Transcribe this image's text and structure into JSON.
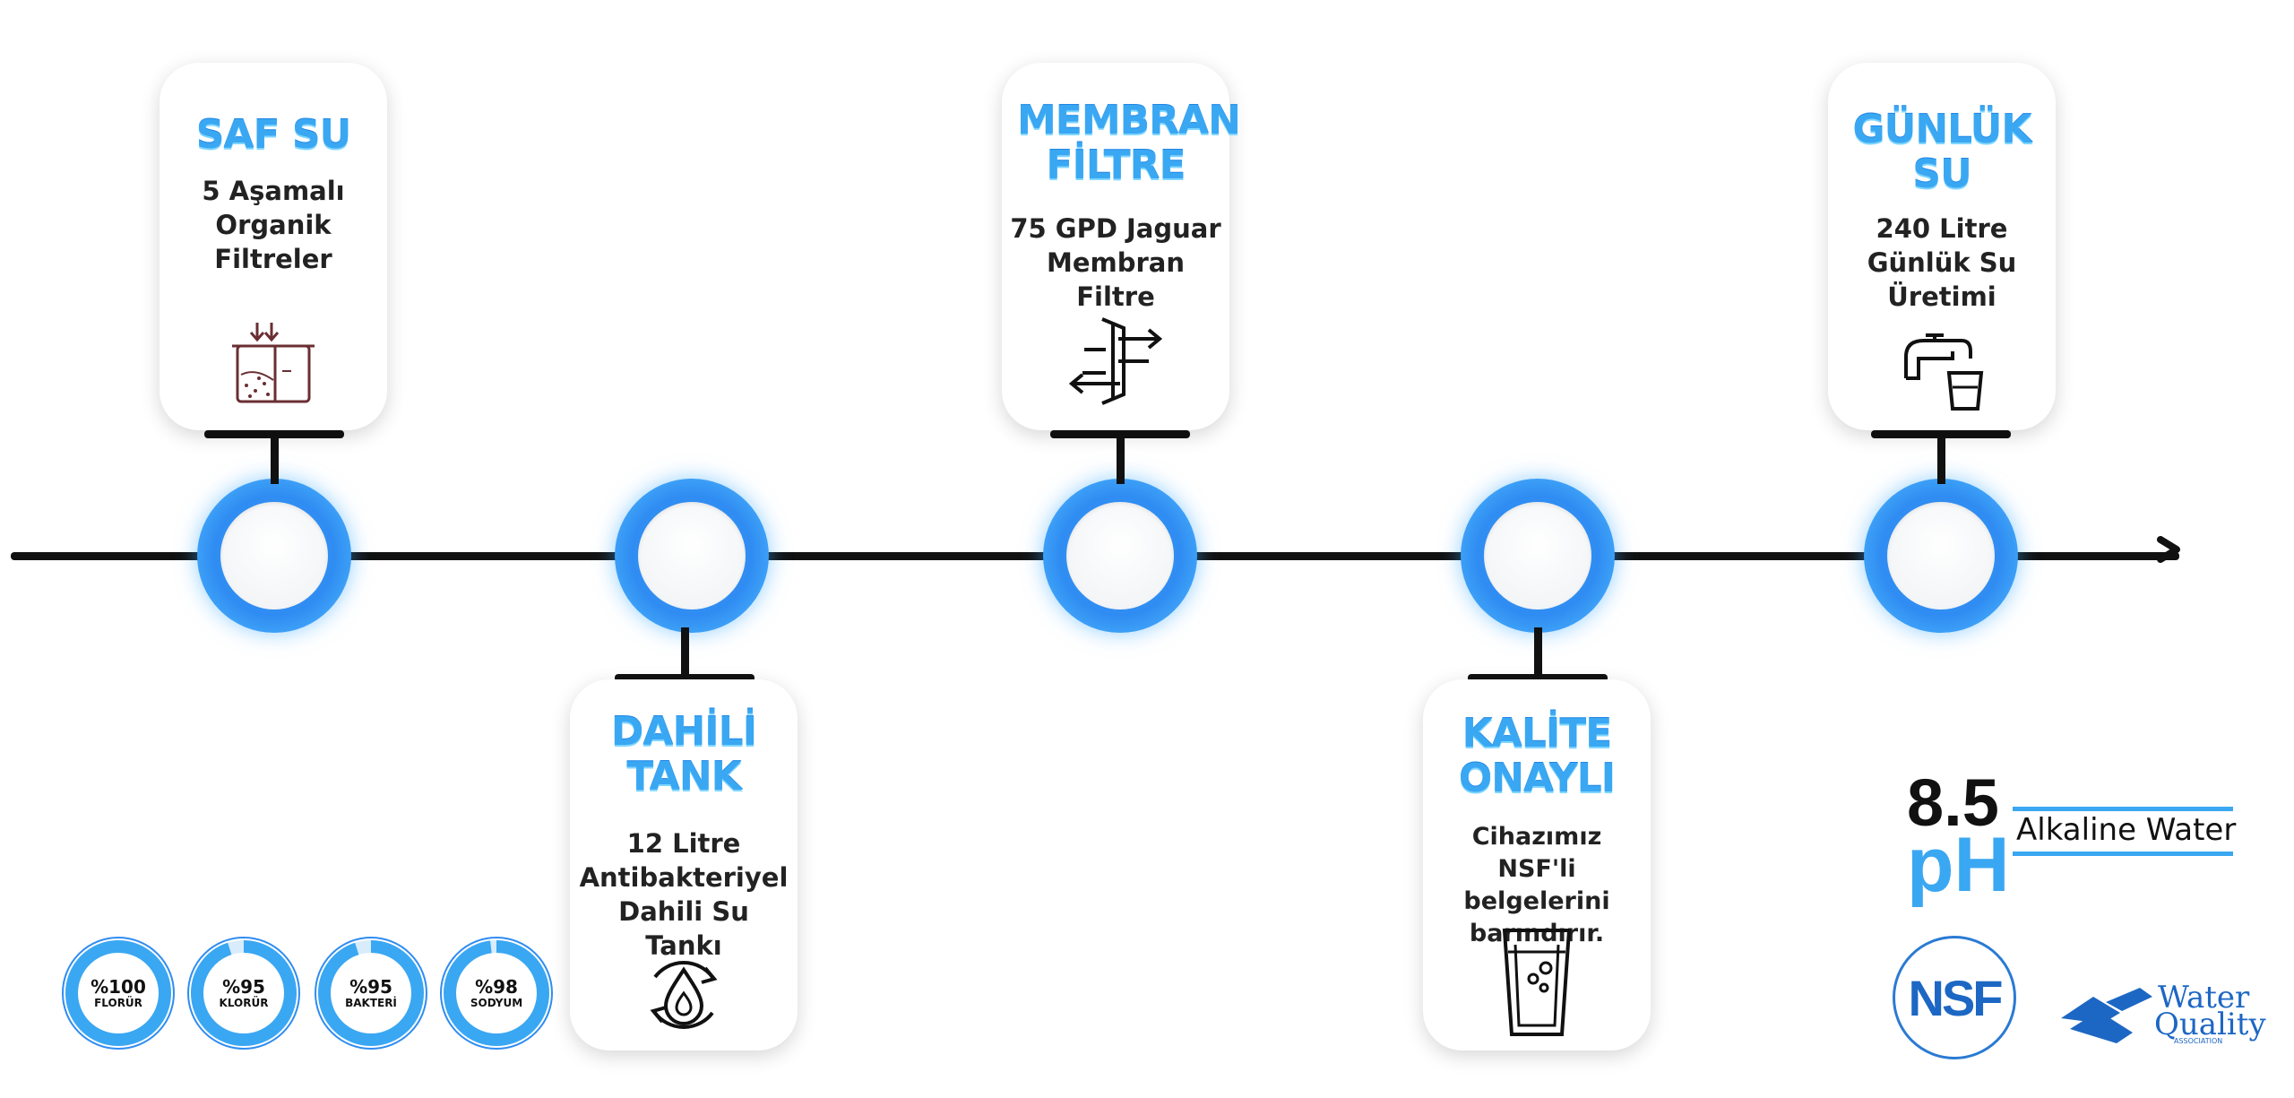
{
  "timeline": {
    "cards": [
      {
        "title": "SAF SU",
        "desc": [
          "5 Aşamalı",
          "Organik",
          "Filtreler"
        ],
        "icon": "beaker-filter-icon"
      },
      {
        "title": "DAHİLİ TANK",
        "desc": [
          "12 Litre",
          "Antibakteriyel",
          "Dahili Su Tankı"
        ],
        "icon": "water-cycle-drop-icon"
      },
      {
        "title": "MEMBRAN FİLTRE",
        "desc": [
          "75 GPD Jaguar",
          "Membran Filtre"
        ],
        "icon": "membrane-arrows-icon"
      },
      {
        "title": "KALİTE ONAYLI",
        "desc": [
          "Cihazımız NSF'li",
          "belgelerini",
          "barındırır."
        ],
        "icon": "water-glass-icon"
      },
      {
        "title": "GÜNLÜK SU",
        "desc": [
          "240 Litre",
          "Günlük Su",
          "Üretimi"
        ],
        "icon": "tap-glass-icon"
      }
    ]
  },
  "badges": [
    {
      "pct": "%100",
      "label": "FLORÜR",
      "value": 100
    },
    {
      "pct": "%95",
      "label": "KLORÜR",
      "value": 95
    },
    {
      "pct": "%95",
      "label": "BAKTERİ",
      "value": 95
    },
    {
      "pct": "%98",
      "label": "SODYUM",
      "value": 98
    }
  ],
  "ph": {
    "value": "8.5",
    "unit": "pH",
    "label": "Alkaline Water"
  },
  "logos": {
    "nsf": "NSF",
    "wqa_line1": "Water",
    "wqa_line2": "Quality",
    "wqa_line3": "ASSOCIATION"
  },
  "colors": {
    "accent": "#3aa7f2",
    "line": "#111111",
    "node": "#2f8cf2"
  }
}
